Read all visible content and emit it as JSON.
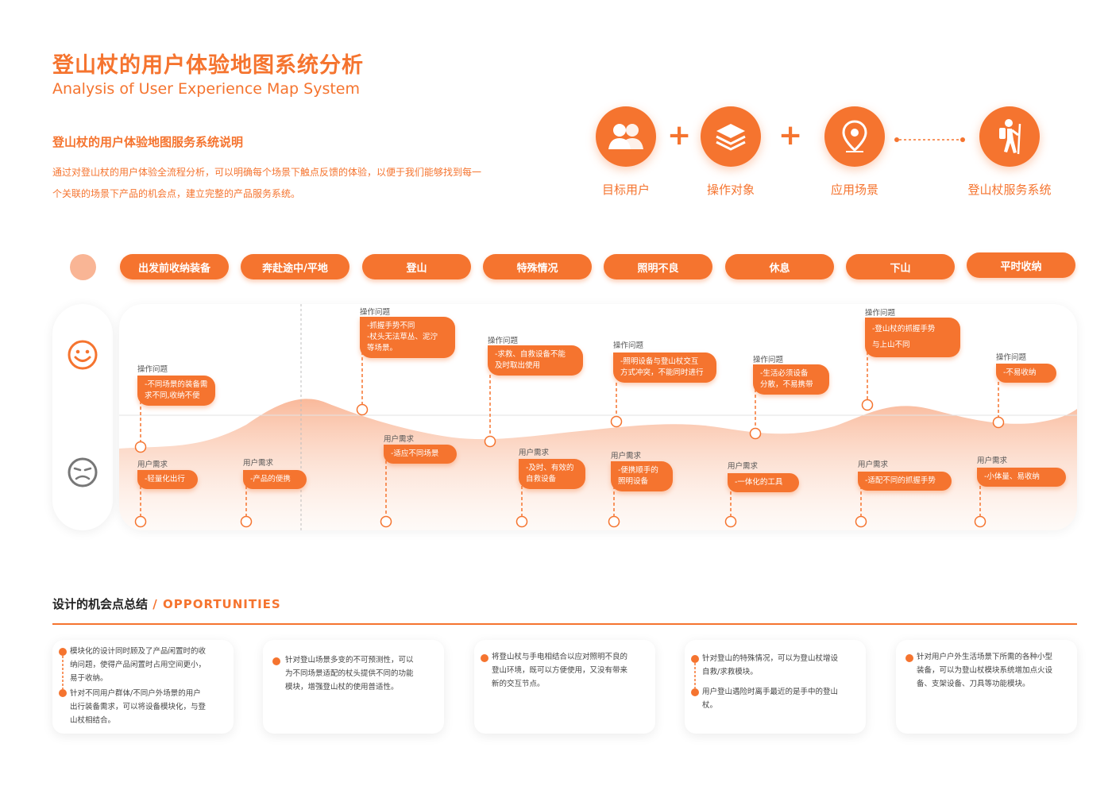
{
  "header": {
    "title_cn": "登山杖的用户体验地图系统分析",
    "title_en": "Analysis of User Experience Map System"
  },
  "intro": {
    "subtitle": "登山杖的用户体验地图服务系统说明",
    "desc_line1": "通过对登山杖的用户体验全流程分析，可以明确每个场景下触点反馈的体验，以便于我们能够找到每一",
    "desc_line2": "个关联的场景下产品的机会点，建立完整的产品服务系统。"
  },
  "system": {
    "items": [
      {
        "label": "目标用户",
        "icon": "users-icon"
      },
      {
        "label": "操作对象",
        "icon": "layers-icon"
      },
      {
        "label": "应用场景",
        "icon": "location-pin-icon"
      },
      {
        "label": "登山杖服务系统",
        "icon": "hiker-icon"
      }
    ],
    "plus": "+"
  },
  "stages": [
    "出发前收纳装备",
    "奔赴途中/平地",
    "登山",
    "特殊情况",
    "照明不良",
    "休息",
    "下山",
    "平时收纳"
  ],
  "emotion_axis": {
    "positive": "smile-icon",
    "negative": "frown-icon"
  },
  "map": {
    "pain_caption": "操作问题",
    "need_caption": "用户需求",
    "pain_points": [
      {
        "text1": "-不同场景的装备需",
        "text2": "求不同,收纳不便",
        "text3": ""
      },
      {
        "text1": "-抓握手势不同",
        "text2": "-杖头无法草丛、泥泞",
        "text3": "等场景。"
      },
      {
        "text1": "-求救、自救设备不能",
        "text2": "及时取出使用",
        "text3": ""
      },
      {
        "text1": "-照明设备与登山杖交互",
        "text2": "方式冲突，不能同时进行",
        "text3": ""
      },
      {
        "text1": "-生活必须设备",
        "text2": "分散，不易携带",
        "text3": ""
      },
      {
        "text1": "-登山杖的抓握手势",
        "text2": "与上山不同",
        "text3": ""
      },
      {
        "text1": "-不易收纳",
        "text2": "",
        "text3": ""
      }
    ],
    "needs": [
      {
        "text1": "-轻量化出行",
        "text2": ""
      },
      {
        "text1": "-产品的便携",
        "text2": ""
      },
      {
        "text1": "-适应不同场景",
        "text2": ""
      },
      {
        "text1": "-及时、有效的",
        "text2": "自救设备"
      },
      {
        "text1": "-便携顺手的",
        "text2": "照明设备"
      },
      {
        "text1": "-一体化的工具",
        "text2": ""
      },
      {
        "text1": "-适配不同的抓握手势",
        "text2": ""
      },
      {
        "text1": "-小体量、易收纳",
        "text2": ""
      }
    ]
  },
  "opportunities": {
    "title_cn": "设计的机会点总结",
    "title_sep": " / ",
    "title_en": "OPPORTUNITIES",
    "cards": [
      {
        "items": [
          [
            "模块化的设计同时顾及了产品闲置时的收",
            "纳问题，使得产品闲置时占用空间更小，",
            "易于收纳。"
          ],
          [
            "针对不同用户群体/不同户外场景的用户",
            "出行装备需求，可以将设备模块化，与登",
            "山杖相结合。"
          ]
        ]
      },
      {
        "items": [
          [
            "针对登山场景多变的不可预测性，可以",
            "为不同场景适配的杖头提供不同的功能",
            "模块，增强登山杖的使用普适性。"
          ]
        ]
      },
      {
        "items": [
          [
            "将登山杖与手电相结合以应对照明不良的",
            "登山环境，既可以方便使用，又没有带来",
            "新的交互节点。"
          ]
        ]
      },
      {
        "items": [
          [
            "针对登山的特殊情况，可以为登山杖增设",
            "自救/求救模块。"
          ],
          [
            "用户登山遇险时离手最近的是手中的登山",
            "杖。"
          ]
        ]
      },
      {
        "items": [
          [
            "针对用户户外生活场景下所需的各种小型",
            "装备，可以为登山杖模块系统增加点火设",
            "备、支架设备、刀具等功能模块。"
          ]
        ]
      }
    ]
  },
  "colors": {
    "accent": "#f5742f",
    "light": "#f9b595",
    "wave": "#fcd7c3"
  }
}
